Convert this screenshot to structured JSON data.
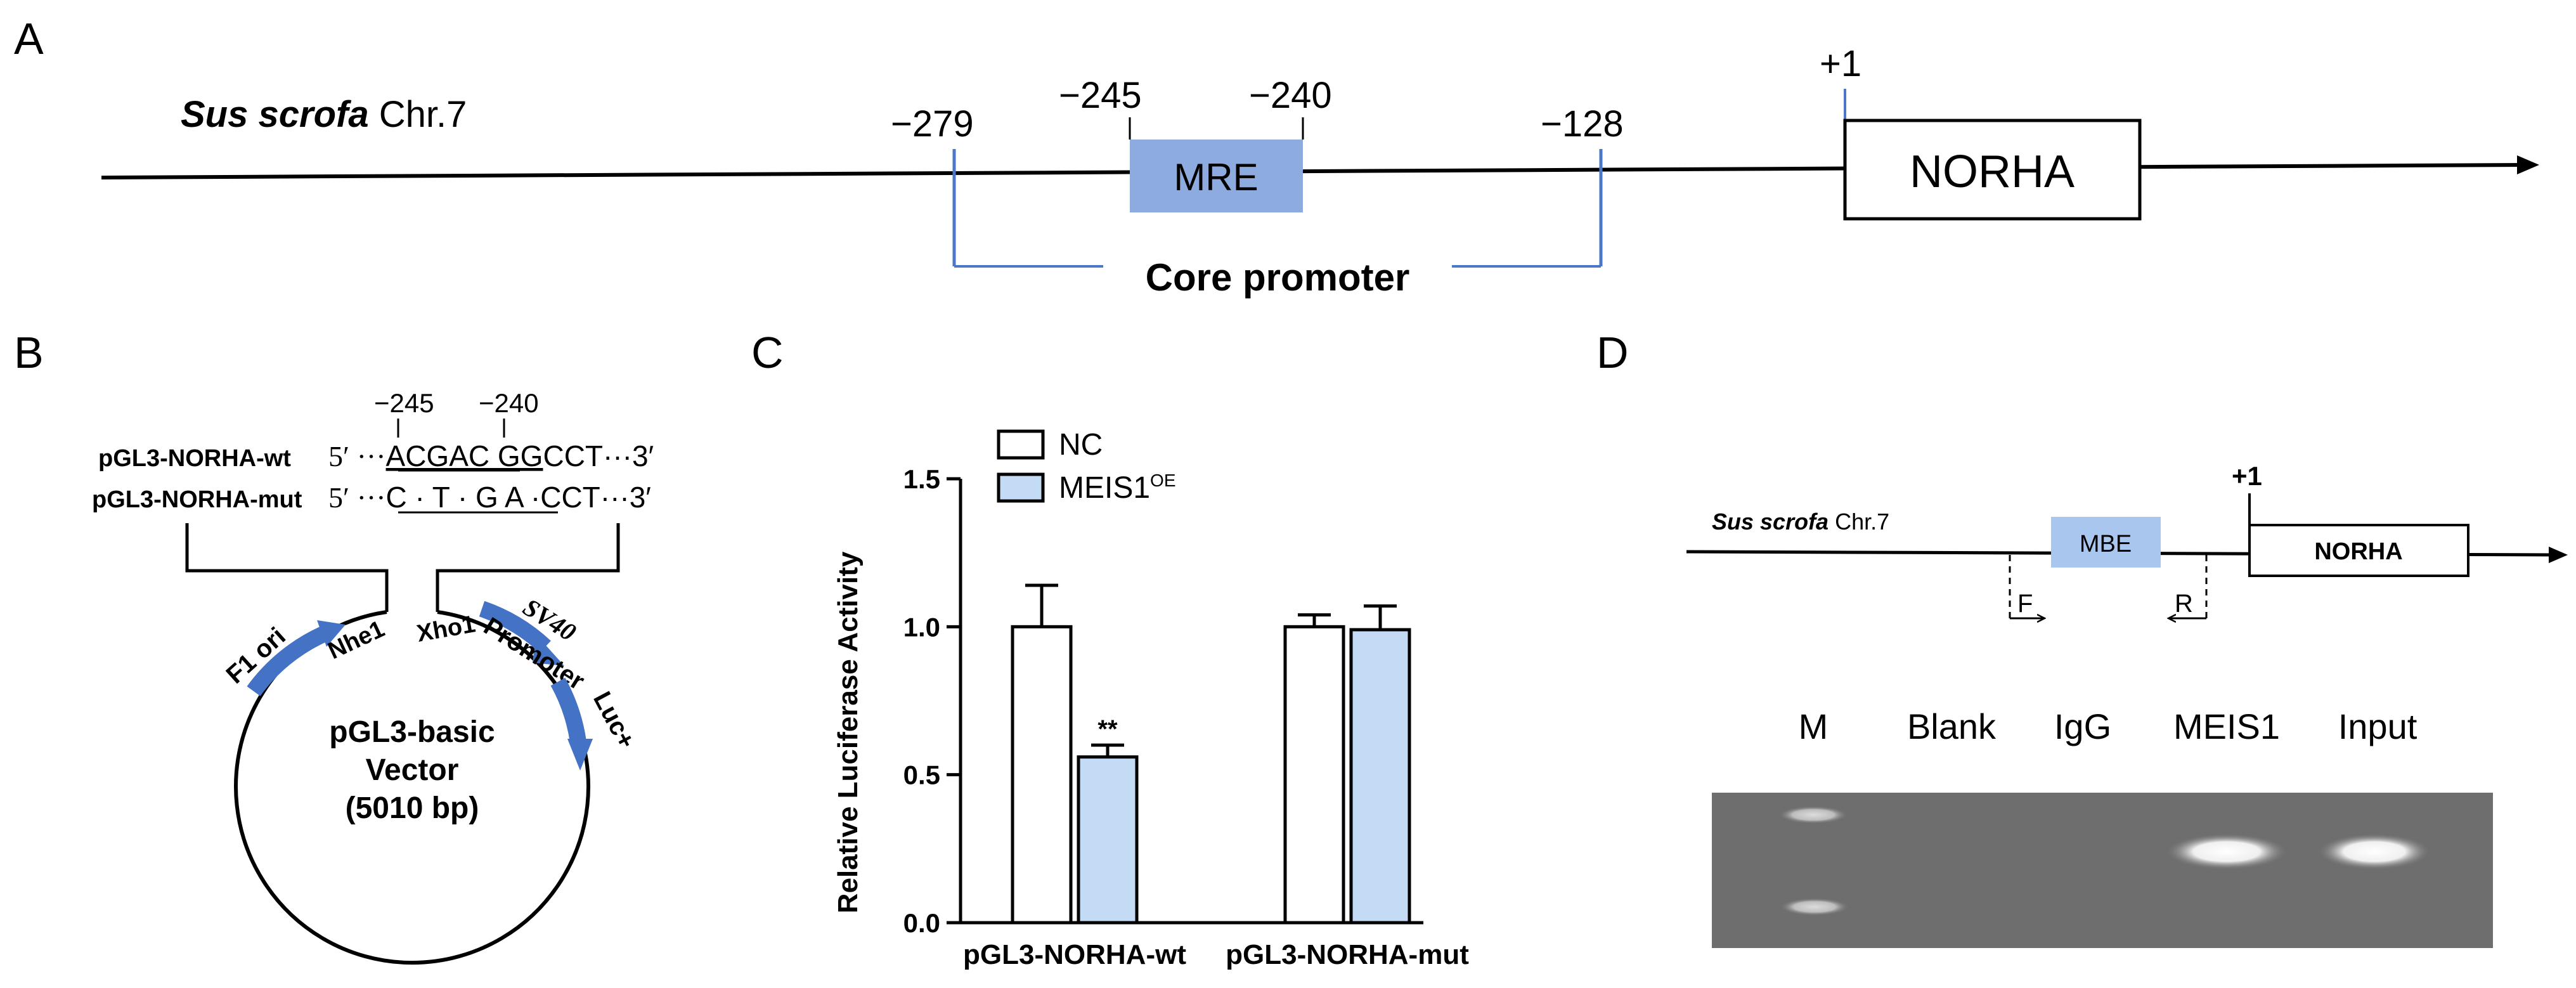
{
  "colors": {
    "mre_fill": "#8eabdf",
    "mbe_fill": "#a9c6ef",
    "meis_bar": "#c4dbf6",
    "accent_line": "#4a77c7",
    "plasmid_arrow": "#4472c4",
    "gel_bg": "#6e6e6e",
    "band": "#f2f2f2"
  },
  "panelA": {
    "label": "A",
    "species": "Sus scrofa",
    "chrom": "Chr.7",
    "pos_279": "−279",
    "pos_245": "−245",
    "pos_240": "−240",
    "pos_128": "−128",
    "tss": "+1",
    "mre": "MRE",
    "gene": "NORHA",
    "core": "Core promoter"
  },
  "panelB": {
    "label": "B",
    "pos_245": "−245",
    "pos_240": "−240",
    "wt_name": "pGL3-NORHA-wt",
    "wt_prefix": "5′ ···",
    "wt_core": "ACGAC GG",
    "wt_suffix": "CCT···3′",
    "mut_name": "pGL3-NORHA-mut",
    "mut_prefix": "5′ ···",
    "mut_core": "C · T · G A ·",
    "mut_suffix": "CCT···3′",
    "f1ori": "F1 ori",
    "nhe1": "Nhe1",
    "xho1": "Xho1",
    "sv40": "SV40",
    "promoter": "Promoter",
    "luc": "Luc+",
    "vector_l1": "pGL3-basic",
    "vector_l2": "Vector",
    "vector_l3": "(5010 bp)"
  },
  "panelC": {
    "label": "C",
    "chart_data": {
      "type": "bar",
      "categories": [
        "pGL3-NORHA-wt",
        "pGL3-NORHA-mut"
      ],
      "series": [
        {
          "name": "NC",
          "values": [
            1.0,
            1.0
          ],
          "errors": [
            0.14,
            0.04
          ],
          "color": "#ffffff"
        },
        {
          "name": "MEIS1",
          "name_sup": "OE",
          "values": [
            0.56,
            0.99
          ],
          "errors": [
            0.04,
            0.08
          ],
          "color": "#c4dbf6"
        }
      ],
      "ylabel": "Relative Luciferase Activity",
      "ylim": [
        0.0,
        1.5
      ],
      "yticks": [
        0.0,
        0.5,
        1.0,
        1.5
      ],
      "ytick_labels": [
        "0.0",
        "0.5",
        "1.0",
        "1.5"
      ],
      "annotations": [
        {
          "category": 0,
          "series": 1,
          "text": "**"
        }
      ],
      "legend": "top-left",
      "grid": false
    }
  },
  "panelD": {
    "label": "D",
    "species": "Sus scrofa",
    "chrom": "Chr.7",
    "tss": "+1",
    "mbe": "MBE",
    "gene": "NORHA",
    "primer_f": "F",
    "primer_r": "R",
    "lanes": [
      "M",
      "Blank",
      "IgG",
      "MEIS1",
      "Input"
    ]
  }
}
